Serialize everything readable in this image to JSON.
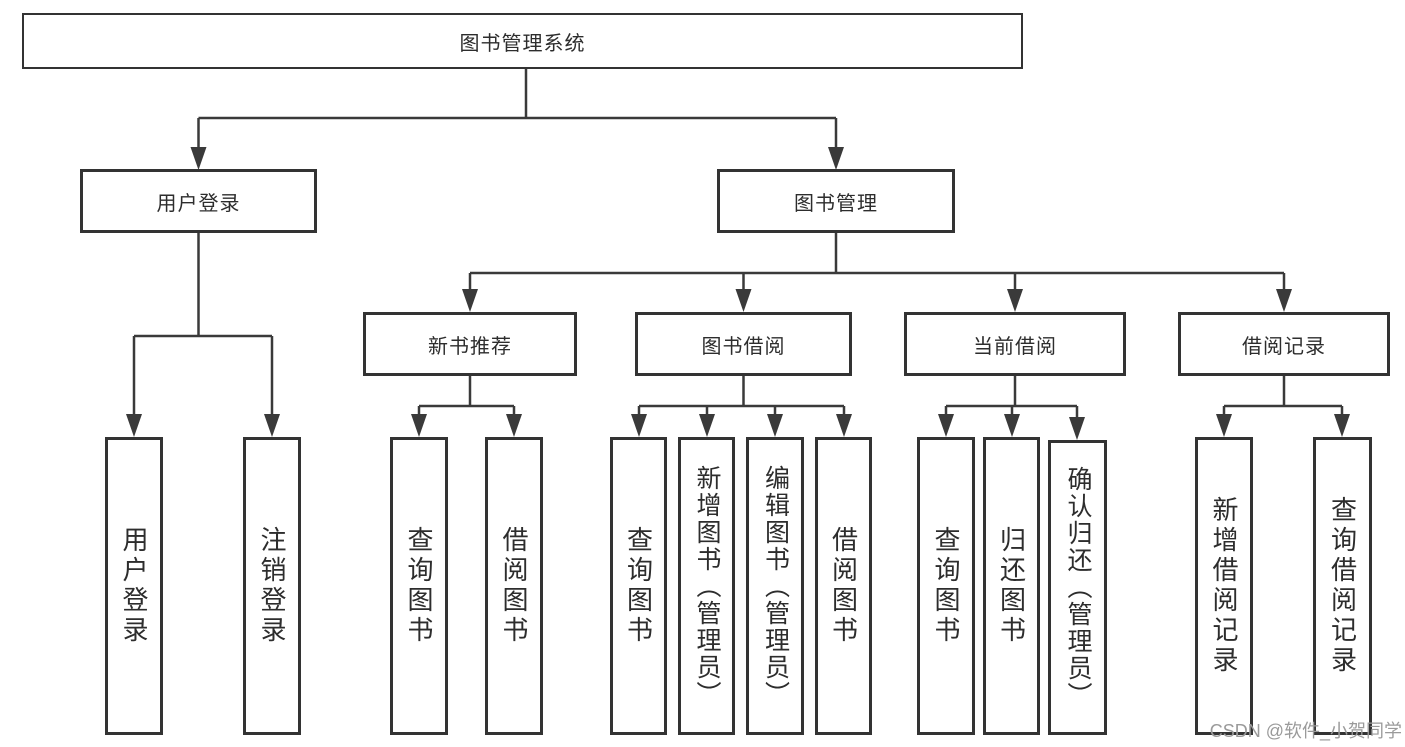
{
  "watermark": "CSDN @软件_小贺同学",
  "colors": {
    "line": "#3a3a3a",
    "box_border": "#333333",
    "text": "#2d2d2d",
    "watermark": "#9a9a9a",
    "background": "#ffffff"
  },
  "tree": {
    "label": "图书管理系统",
    "children": [
      {
        "label": "用户登录",
        "children": [
          {
            "label": "用户登录"
          },
          {
            "label": "注销登录"
          }
        ]
      },
      {
        "label": "图书管理",
        "children": [
          {
            "label": "新书推荐",
            "children": [
              {
                "label": "查询图书"
              },
              {
                "label": "借阅图书"
              }
            ]
          },
          {
            "label": "图书借阅",
            "children": [
              {
                "label": "查询图书"
              },
              {
                "label": "新增图书（管理员）"
              },
              {
                "label": "编辑图书（管理员）"
              },
              {
                "label": "借阅图书"
              }
            ]
          },
          {
            "label": "当前借阅",
            "children": [
              {
                "label": "查询图书"
              },
              {
                "label": "归还图书"
              },
              {
                "label": "确认归还（管理员）"
              }
            ]
          },
          {
            "label": "借阅记录",
            "children": [
              {
                "label": "新增借阅记录"
              },
              {
                "label": "查询借阅记录"
              }
            ]
          }
        ]
      }
    ]
  }
}
